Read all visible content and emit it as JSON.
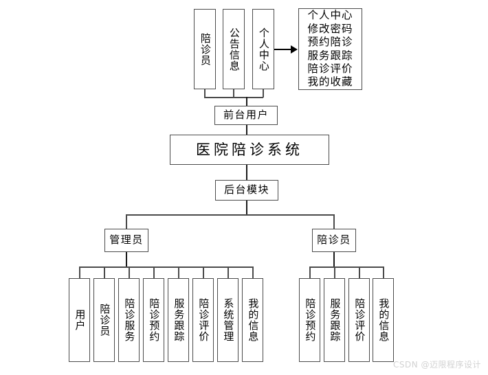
{
  "diagram": {
    "title": "医院陪诊系统",
    "frontend": {
      "label": "前台用户",
      "modules": [
        {
          "label": "陪诊员"
        },
        {
          "label": "公告信息"
        },
        {
          "label": "个人中心"
        }
      ],
      "personal_center_detail": [
        "个人中心",
        "修改密码",
        "预约陪诊",
        "服务跟踪",
        "陪诊评价",
        "我的收藏"
      ]
    },
    "backend": {
      "label": "后台模块",
      "branches": [
        {
          "label": "管理员",
          "items": [
            {
              "label": "用户"
            },
            {
              "label": "陪诊员"
            },
            {
              "label": "陪诊服务"
            },
            {
              "label": "陪诊预约"
            },
            {
              "label": "服务跟踪"
            },
            {
              "label": "陪诊评价"
            },
            {
              "label": "系统管理"
            },
            {
              "label": "我的信息"
            }
          ]
        },
        {
          "label": "陪诊员",
          "items": [
            {
              "label": "陪诊预约"
            },
            {
              "label": "服务跟踪"
            },
            {
              "label": "陪诊评价"
            },
            {
              "label": "我的信息"
            }
          ]
        }
      ]
    },
    "watermark": "CSDN @迈限程序设计",
    "colors": {
      "border": "#4a4a4a",
      "line": "#4a4a4a",
      "text": "#000000",
      "background": "#ffffff",
      "watermark": "#d2d2d2"
    }
  }
}
